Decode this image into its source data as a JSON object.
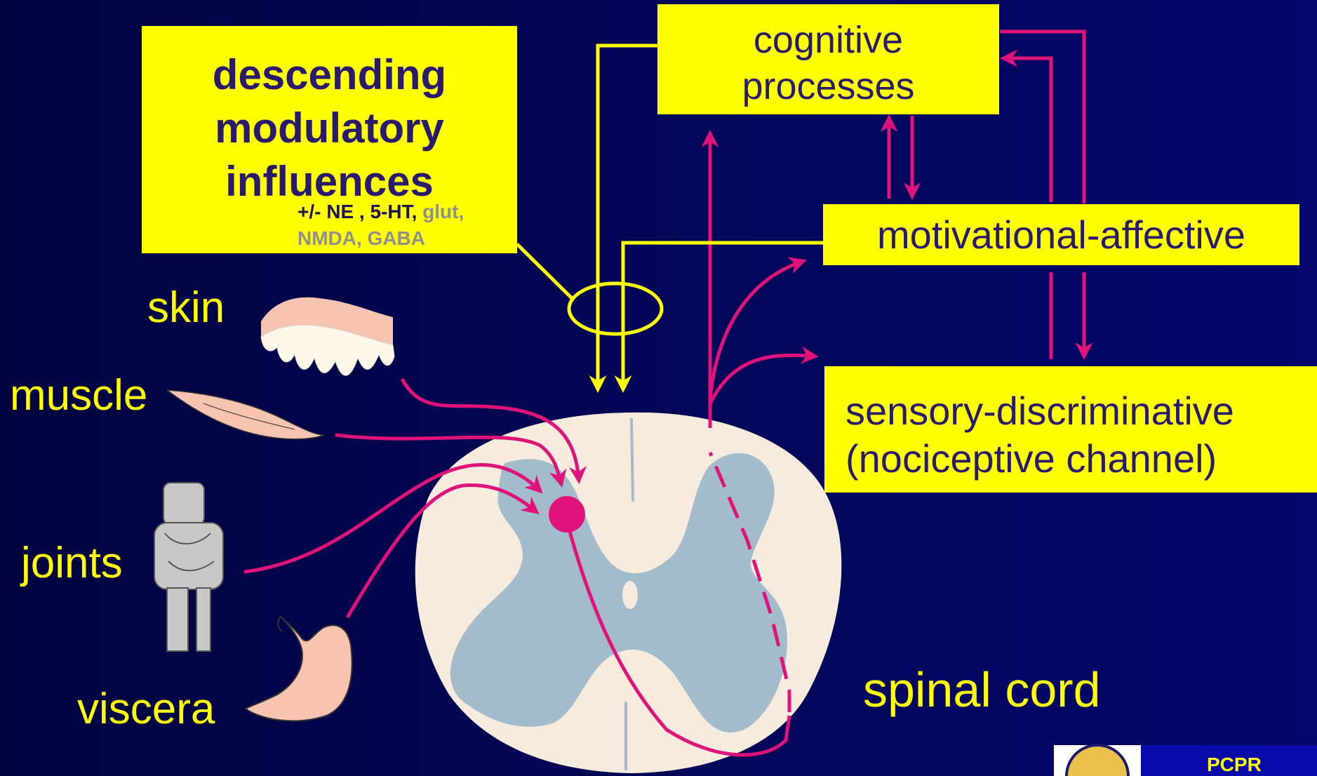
{
  "descending_box": {
    "title_lines": [
      "descending",
      "modulatory",
      "influences"
    ],
    "transmitters_line1_dark": "+/- NE , 5-HT,",
    "transmitters_line1_gray": "glut,",
    "transmitters_line2": "NMDA,  GABA"
  },
  "cognitive_box": {
    "lines": [
      "cognitive",
      "processes"
    ]
  },
  "motivational_box": {
    "text": "motivational-affective"
  },
  "sensory_box": {
    "lines": [
      "sensory-discriminative",
      "(nociceptive channel)"
    ]
  },
  "tissue_labels": {
    "skin": "skin",
    "muscle": "muscle",
    "joints": "joints",
    "viscera": "viscera"
  },
  "spinal_cord_label": "spinal cord",
  "footer": {
    "logo_text": "PCPR"
  },
  "colors": {
    "background": "#02045a",
    "box_fill": "#ffff00",
    "box_text": "#2a1a6e",
    "pain_pathway": "#e0137a",
    "modulatory_pathway": "#ffff00",
    "cord_white_matter": "#f6ebdc",
    "cord_gray_matter": "#a2bccc"
  }
}
